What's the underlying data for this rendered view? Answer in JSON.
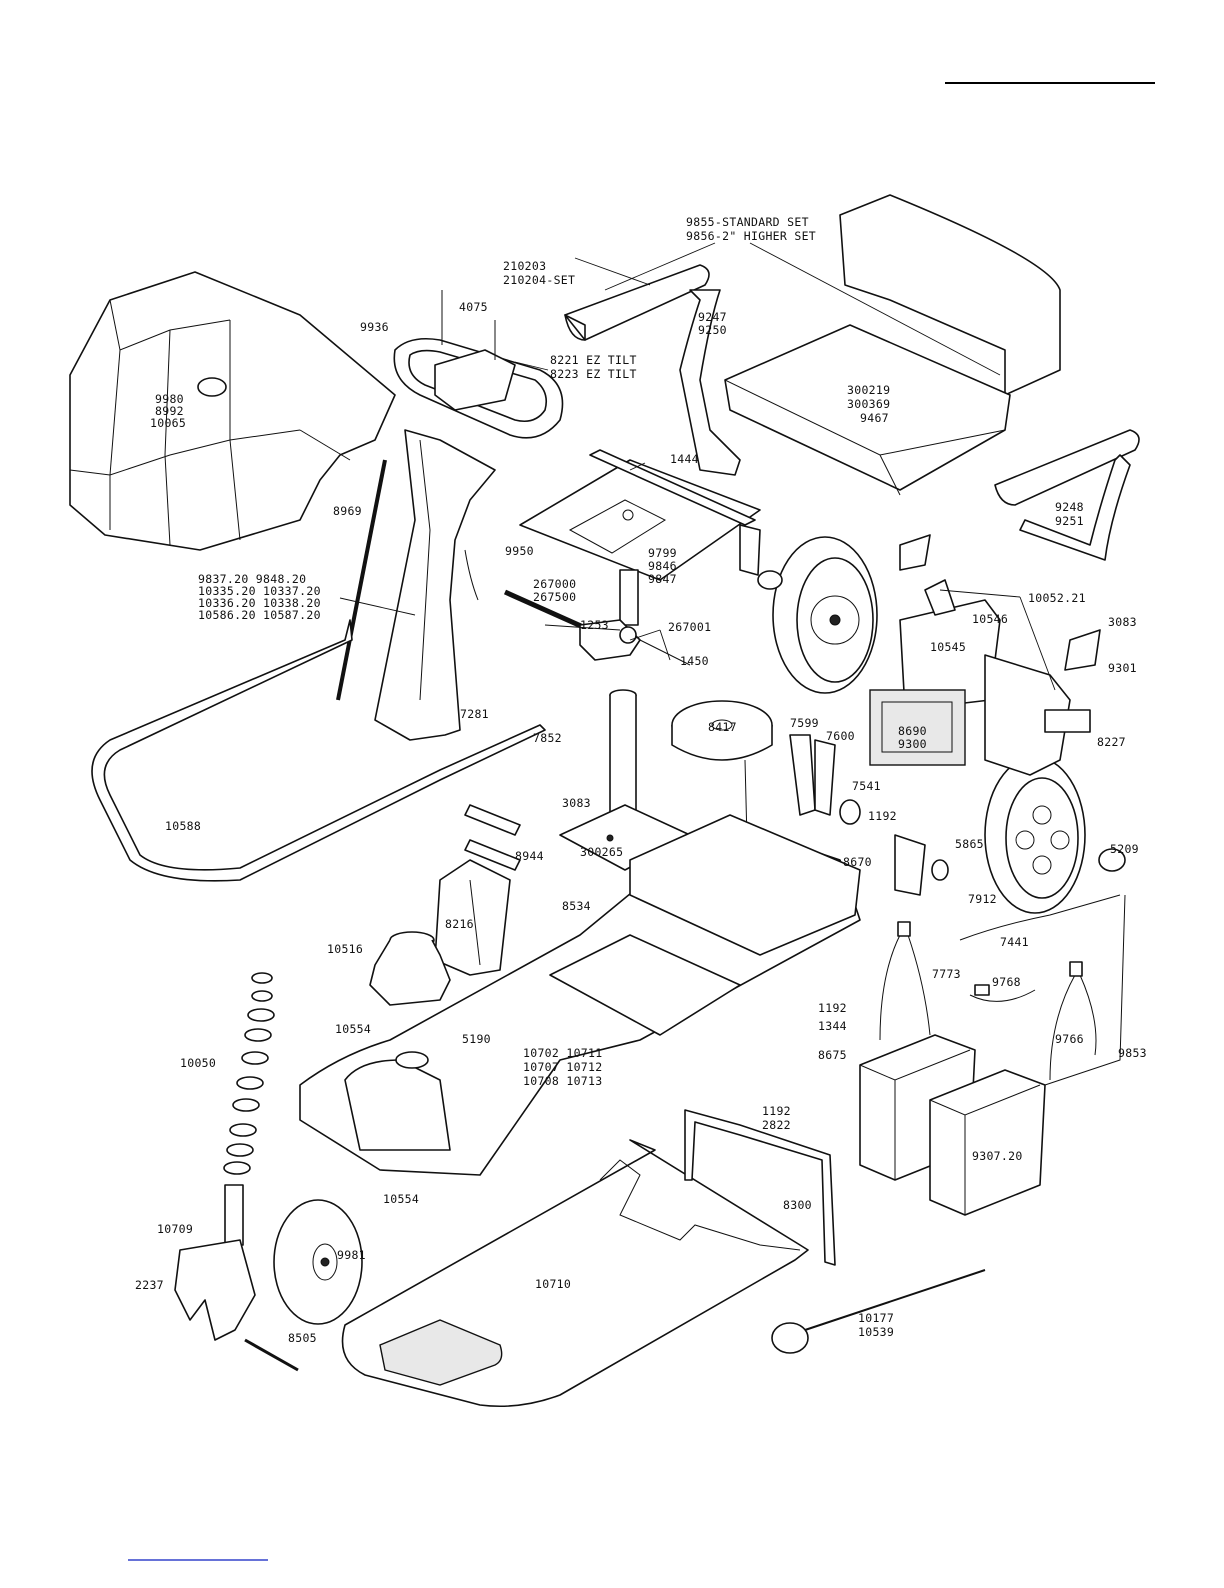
{
  "header": {
    "rule_color": "#000000"
  },
  "footer": {
    "link_rule_color": "#3344cc"
  },
  "labels": {
    "armrest_sets_1": "9855-STANDARD SET",
    "armrest_sets_2": "9856-2\" HIGHER SET",
    "armpad_1": "210203",
    "armpad_2": "210204-SET",
    "screw_top": "4075",
    "tiller_frame": "9936",
    "ez_tilt_1": "8221 EZ TILT",
    "ez_tilt_2": "8223 EZ TILT",
    "left_arm_1": "9247",
    "left_arm_2": "9250",
    "seat_1": "300219",
    "seat_2": "300369",
    "seat_3": "9467",
    "shroud_1": "9980",
    "shroud_2": "8992",
    "shroud_3": "10065",
    "seat_post_bolt": "1444",
    "right_arm_1": "9248",
    "right_arm_2": "9251",
    "rod": "8969",
    "tiller_cover": "9950",
    "seat_plate_1": "9799",
    "seat_plate_2": "9846",
    "seat_plate_3": "9847",
    "tiller_part_1": "9837.20  9848.20",
    "tiller_part_2": "10335.20  10337.20",
    "tiller_part_3": "10336.20  10338.20",
    "tiller_part_4": "10586.20  10587.20",
    "lever_1": "267000",
    "lever_2": "267500",
    "clip": "1253",
    "lever_pin": "267001",
    "lever_bolt": "1450",
    "transaxle_wire": "10052.21",
    "brake": "10546",
    "motor": "10545",
    "nut_right": "3083",
    "bracket_right": "9301",
    "screw_tiller": "7281",
    "floor_mat_left": "10588",
    "cable": "7852",
    "pulley": "8417",
    "arm_part_a": "7599",
    "arm_part_b": "7600",
    "tensioner": "7541",
    "bolt_1192_a": "1192",
    "controller_1": "8690",
    "controller_2": "9300",
    "wheel_nut": "8227",
    "nut_post": "3083",
    "post_base": "300265",
    "strip": "8944",
    "shaft_bolt": "5865",
    "hub_cap": "5209",
    "bracket_8670": "8670",
    "rear_wheel": "7912",
    "latch": "8534",
    "charger": "8216",
    "boot": "10516",
    "connector": "7441",
    "harness_part": "7773",
    "plug": "9768",
    "bolt_1192_b": "1192",
    "bolt_1344": "1344",
    "bearing_stack": "10050",
    "nut_10554_a": "10554",
    "screw_5190": "5190",
    "frame_1": "10702  10711",
    "frame_2": "10707  10712",
    "frame_3": "10708  10713",
    "lever_8675": "8675",
    "battery_harness": "9766",
    "harness_main": "9853",
    "bolt_1192_c": "1192",
    "bolt_2822": "2822",
    "strap": "8300",
    "battery": "9307.20",
    "nut_10554_b": "10554",
    "fork": "10709",
    "front_wheel": "9981",
    "nut_2237": "2237",
    "floor_mat": "10710",
    "axle": "8505",
    "key_1": "10177",
    "key_2": "10539"
  }
}
